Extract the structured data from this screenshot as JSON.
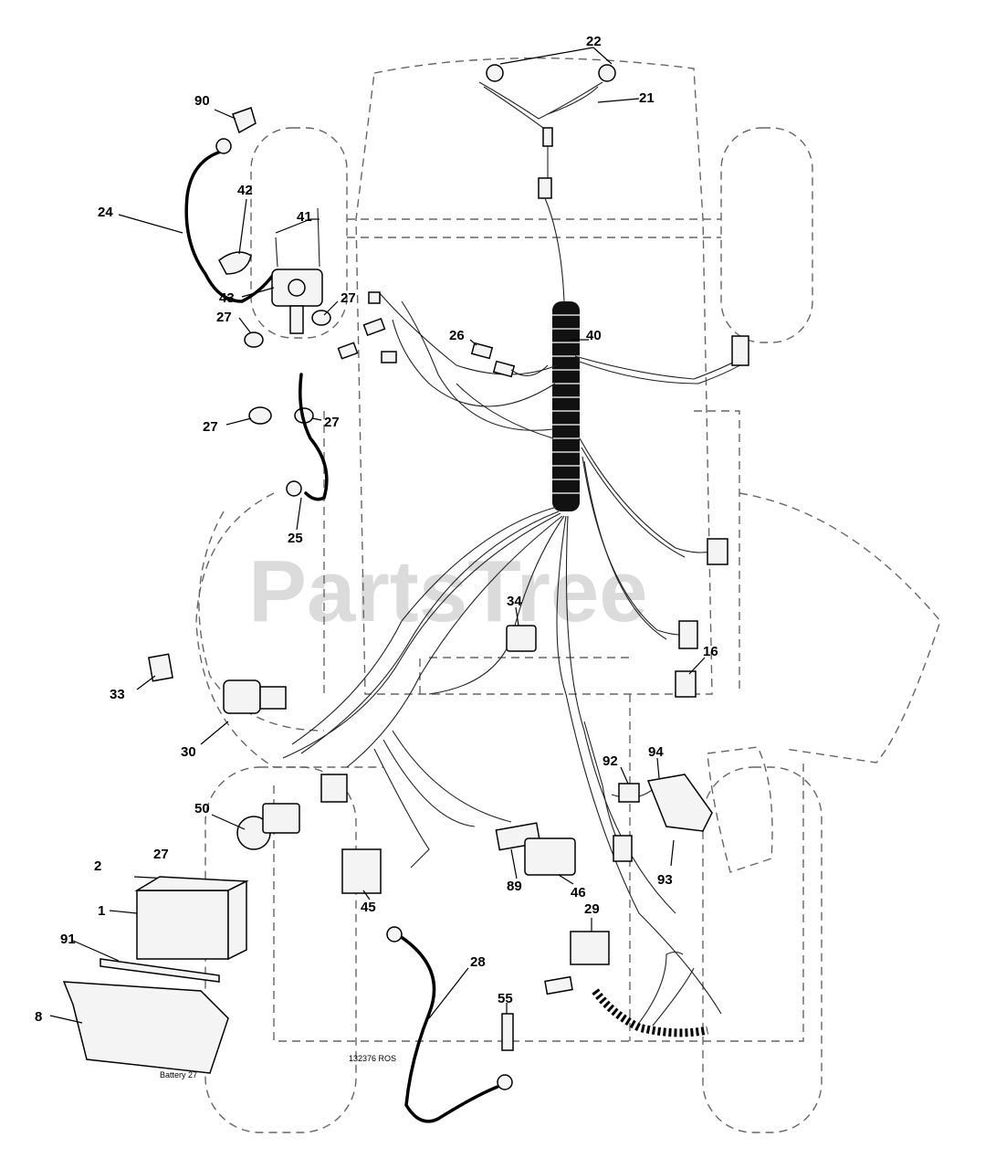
{
  "watermark": "PartsTree",
  "drawing_number": "132376 ROS",
  "battery_caption": "Battery 27",
  "callouts": [
    {
      "id": "c90",
      "label": "90"
    },
    {
      "id": "c24",
      "label": "24"
    },
    {
      "id": "c42",
      "label": "42"
    },
    {
      "id": "c41",
      "label": "41"
    },
    {
      "id": "c43",
      "label": "43"
    },
    {
      "id": "c27a",
      "label": "27"
    },
    {
      "id": "c27b",
      "label": "27"
    },
    {
      "id": "c27c",
      "label": "27"
    },
    {
      "id": "c27d",
      "label": "27"
    },
    {
      "id": "c27e",
      "label": "27"
    },
    {
      "id": "c25",
      "label": "25"
    },
    {
      "id": "c22",
      "label": "22"
    },
    {
      "id": "c21",
      "label": "21"
    },
    {
      "id": "c26",
      "label": "26"
    },
    {
      "id": "c40",
      "label": "40"
    },
    {
      "id": "c34",
      "label": "34"
    },
    {
      "id": "c16",
      "label": "16"
    },
    {
      "id": "c33",
      "label": "33"
    },
    {
      "id": "c30",
      "label": "30"
    },
    {
      "id": "c92",
      "label": "92"
    },
    {
      "id": "c94",
      "label": "94"
    },
    {
      "id": "c93",
      "label": "93"
    },
    {
      "id": "c50",
      "label": "50"
    },
    {
      "id": "c2",
      "label": "2"
    },
    {
      "id": "c1",
      "label": "1"
    },
    {
      "id": "c91",
      "label": "91"
    },
    {
      "id": "c8",
      "label": "8"
    },
    {
      "id": "c45",
      "label": "45"
    },
    {
      "id": "c89",
      "label": "89"
    },
    {
      "id": "c46",
      "label": "46"
    },
    {
      "id": "c29",
      "label": "29"
    },
    {
      "id": "c28",
      "label": "28"
    },
    {
      "id": "c55",
      "label": "55"
    }
  ]
}
